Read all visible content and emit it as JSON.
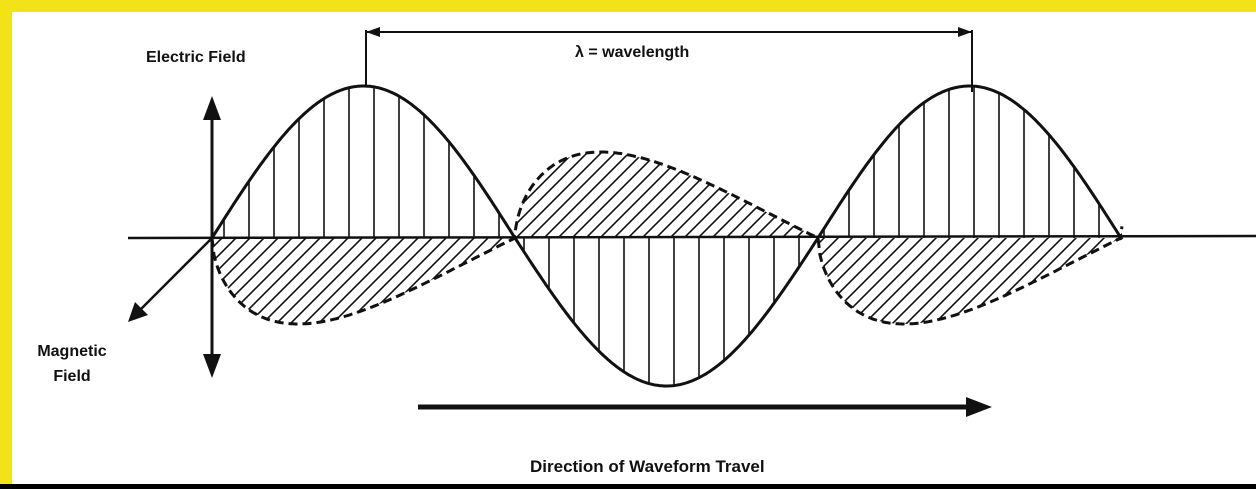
{
  "labels": {
    "electric_field": "Electric Field",
    "wavelength": "λ = wavelength",
    "magnetic_field_line1": "Magnetic",
    "magnetic_field_line2": "Field",
    "direction": "Direction of Waveform Travel"
  },
  "colors": {
    "frame": "#f2e21a",
    "panel": "#ffffff",
    "ink": "#111111",
    "outer_background": "#000000"
  }
}
